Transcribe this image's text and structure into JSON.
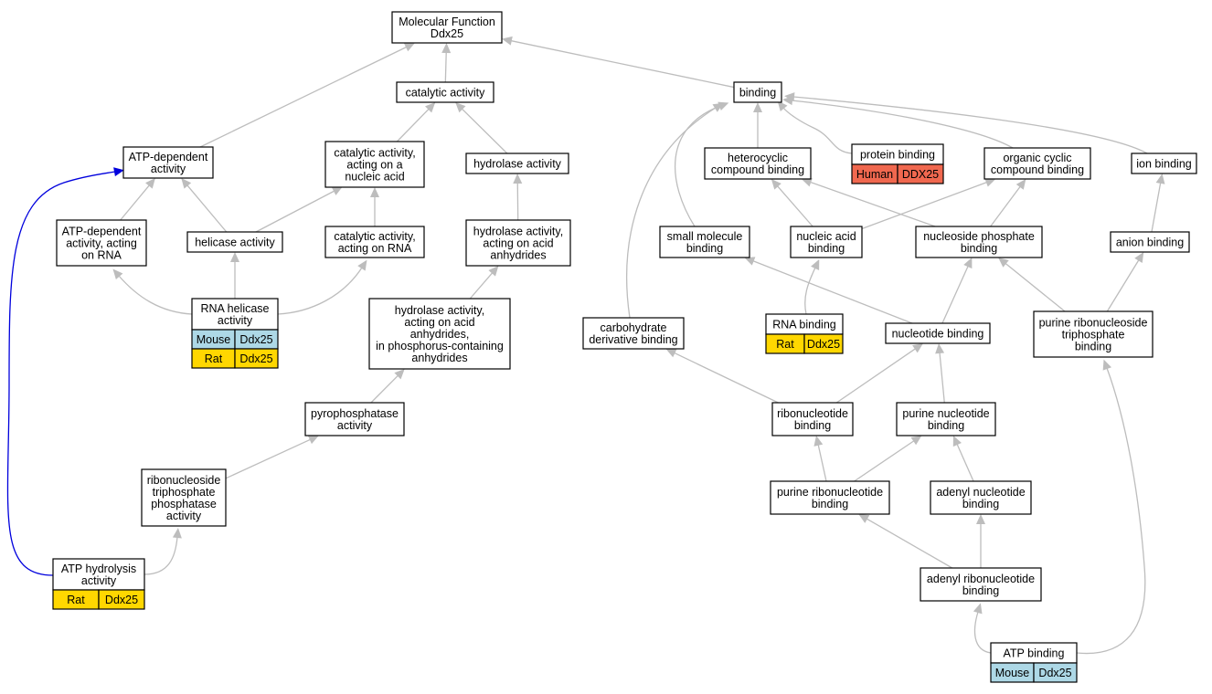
{
  "colors": {
    "edge": "#bdbdbd",
    "highlight_edge": "#0000dd",
    "mouse": "#add8e6",
    "rat": "#ffd700",
    "human": "#f0684f"
  },
  "nodes": [
    {
      "id": "mf",
      "lines": [
        "Molecular Function",
        "Ddx25"
      ]
    },
    {
      "id": "catalytic",
      "lines": [
        "catalytic activity"
      ]
    },
    {
      "id": "binding",
      "lines": [
        "binding"
      ]
    },
    {
      "id": "atp-dep",
      "lines": [
        "ATP-dependent",
        "activity"
      ]
    },
    {
      "id": "cat-nucleic",
      "lines": [
        "catalytic activity,",
        "acting on a",
        "nucleic acid"
      ]
    },
    {
      "id": "hydrolase",
      "lines": [
        "hydrolase activity"
      ]
    },
    {
      "id": "heterocyclic",
      "lines": [
        "heterocyclic",
        "compound binding"
      ]
    },
    {
      "id": "protein-binding",
      "lines": [
        "protein binding"
      ],
      "annotations": [
        {
          "species": "Human",
          "gene": "DDX25",
          "color": "human"
        }
      ]
    },
    {
      "id": "organic-cyclic",
      "lines": [
        "organic cyclic",
        "compound binding"
      ]
    },
    {
      "id": "ion-binding",
      "lines": [
        "ion binding"
      ]
    },
    {
      "id": "atp-dep-rna",
      "lines": [
        "ATP-dependent",
        "activity, acting",
        "on RNA"
      ]
    },
    {
      "id": "helicase",
      "lines": [
        "helicase activity"
      ]
    },
    {
      "id": "cat-rna",
      "lines": [
        "catalytic activity,",
        "acting on RNA"
      ]
    },
    {
      "id": "hydrolase-anh",
      "lines": [
        "hydrolase activity,",
        "acting on acid",
        "anhydrides"
      ]
    },
    {
      "id": "small-molecule",
      "lines": [
        "small molecule",
        "binding"
      ]
    },
    {
      "id": "nucleic-acid",
      "lines": [
        "nucleic acid",
        "binding"
      ]
    },
    {
      "id": "nucleoside-phosphate",
      "lines": [
        "nucleoside phosphate",
        "binding"
      ]
    },
    {
      "id": "anion-binding",
      "lines": [
        "anion binding"
      ]
    },
    {
      "id": "rna-helicase",
      "lines": [
        "RNA helicase",
        "activity"
      ],
      "annotations": [
        {
          "species": "Mouse",
          "gene": "Ddx25",
          "color": "mouse"
        },
        {
          "species": "Rat",
          "gene": "Ddx25",
          "color": "rat"
        }
      ]
    },
    {
      "id": "hydrolase-phos",
      "lines": [
        "hydrolase activity,",
        "acting on acid",
        "anhydrides,",
        "in phosphorus-containing",
        "anhydrides"
      ]
    },
    {
      "id": "carbohydrate",
      "lines": [
        "carbohydrate",
        "derivative binding"
      ]
    },
    {
      "id": "rna-binding",
      "lines": [
        "RNA binding"
      ],
      "annotations": [
        {
          "species": "Rat",
          "gene": "Ddx25",
          "color": "rat"
        }
      ]
    },
    {
      "id": "nucleotide-binding",
      "lines": [
        "nucleotide binding"
      ]
    },
    {
      "id": "purine-rnt-triphos",
      "lines": [
        "purine ribonucleoside",
        "triphosphate",
        "binding"
      ]
    },
    {
      "id": "pyrophosphatase",
      "lines": [
        "pyrophosphatase",
        "activity"
      ]
    },
    {
      "id": "ribonucleotide",
      "lines": [
        "ribonucleotide",
        "binding"
      ]
    },
    {
      "id": "purine-nucleotide",
      "lines": [
        "purine nucleotide",
        "binding"
      ]
    },
    {
      "id": "rnt-triphosphatase",
      "lines": [
        "ribonucleoside",
        "triphosphate",
        "phosphatase",
        "activity"
      ]
    },
    {
      "id": "purine-ribonucleotide",
      "lines": [
        "purine ribonucleotide",
        "binding"
      ]
    },
    {
      "id": "adenyl-nucleotide",
      "lines": [
        "adenyl nucleotide",
        "binding"
      ]
    },
    {
      "id": "atp-hydrolysis",
      "lines": [
        "ATP hydrolysis",
        "activity"
      ],
      "annotations": [
        {
          "species": "Rat",
          "gene": "Ddx25",
          "color": "rat"
        }
      ]
    },
    {
      "id": "adenyl-ribonucleotide",
      "lines": [
        "adenyl ribonucleotide",
        "binding"
      ]
    },
    {
      "id": "atp-binding",
      "lines": [
        "ATP binding"
      ],
      "annotations": [
        {
          "species": "Mouse",
          "gene": "Ddx25",
          "color": "mouse"
        }
      ]
    }
  ],
  "edges": [
    {
      "from": "catalytic",
      "to": "mf"
    },
    {
      "from": "binding",
      "to": "mf"
    },
    {
      "from": "atp-dep",
      "to": "mf"
    },
    {
      "from": "cat-nucleic",
      "to": "catalytic"
    },
    {
      "from": "hydrolase",
      "to": "catalytic"
    },
    {
      "from": "heterocyclic",
      "to": "binding"
    },
    {
      "from": "protein-binding",
      "to": "binding"
    },
    {
      "from": "organic-cyclic",
      "to": "binding"
    },
    {
      "from": "ion-binding",
      "to": "binding"
    },
    {
      "from": "small-molecule",
      "to": "binding"
    },
    {
      "from": "carbohydrate",
      "to": "binding"
    },
    {
      "from": "atp-dep-rna",
      "to": "atp-dep"
    },
    {
      "from": "helicase",
      "to": "atp-dep"
    },
    {
      "from": "helicase",
      "to": "cat-nucleic"
    },
    {
      "from": "cat-rna",
      "to": "cat-nucleic"
    },
    {
      "from": "hydrolase-anh",
      "to": "hydrolase"
    },
    {
      "from": "nucleic-acid",
      "to": "heterocyclic"
    },
    {
      "from": "nucleoside-phosphate",
      "to": "heterocyclic"
    },
    {
      "from": "nucleic-acid",
      "to": "organic-cyclic"
    },
    {
      "from": "nucleoside-phosphate",
      "to": "organic-cyclic"
    },
    {
      "from": "anion-binding",
      "to": "ion-binding"
    },
    {
      "from": "rna-helicase",
      "to": "atp-dep-rna"
    },
    {
      "from": "rna-helicase",
      "to": "helicase"
    },
    {
      "from": "rna-helicase",
      "to": "cat-rna"
    },
    {
      "from": "hydrolase-phos",
      "to": "hydrolase-anh"
    },
    {
      "from": "rna-binding",
      "to": "nucleic-acid"
    },
    {
      "from": "nucleotide-binding",
      "to": "small-molecule"
    },
    {
      "from": "nucleotide-binding",
      "to": "nucleoside-phosphate"
    },
    {
      "from": "purine-rnt-triphos",
      "to": "nucleoside-phosphate"
    },
    {
      "from": "purine-rnt-triphos",
      "to": "anion-binding"
    },
    {
      "from": "pyrophosphatase",
      "to": "hydrolase-phos"
    },
    {
      "from": "ribonucleotide",
      "to": "carbohydrate"
    },
    {
      "from": "ribonucleotide",
      "to": "nucleotide-binding"
    },
    {
      "from": "purine-nucleotide",
      "to": "nucleotide-binding"
    },
    {
      "from": "rnt-triphosphatase",
      "to": "pyrophosphatase"
    },
    {
      "from": "purine-ribonucleotide",
      "to": "ribonucleotide"
    },
    {
      "from": "purine-ribonucleotide",
      "to": "purine-nucleotide"
    },
    {
      "from": "adenyl-nucleotide",
      "to": "purine-nucleotide"
    },
    {
      "from": "atp-hydrolysis",
      "to": "rnt-triphosphatase"
    },
    {
      "from": "atp-hydrolysis",
      "to": "atp-dep",
      "highlight": true
    },
    {
      "from": "adenyl-ribonucleotide",
      "to": "purine-ribonucleotide"
    },
    {
      "from": "adenyl-ribonucleotide",
      "to": "adenyl-nucleotide"
    },
    {
      "from": "atp-binding",
      "to": "adenyl-ribonucleotide"
    },
    {
      "from": "atp-binding",
      "to": "purine-rnt-triphos"
    }
  ]
}
